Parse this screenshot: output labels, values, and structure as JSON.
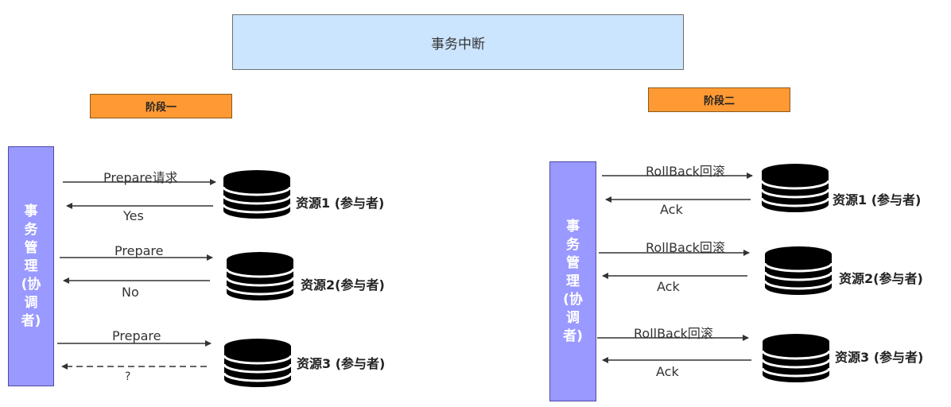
{
  "title": "事务中断",
  "phase1": {
    "label": "阶段一",
    "coordinator": "事\n务\n管\n理\n(协\n调\n者)",
    "rows": [
      {
        "request": "Prepare请求",
        "response": "Yes",
        "resource": "资源1 (参与者)",
        "response_dashed": false
      },
      {
        "request": "Prepare",
        "response": "No",
        "resource": "资源2(参与者)",
        "response_dashed": false
      },
      {
        "request": "Prepare",
        "response": "?",
        "resource": "资源3 (参与者)",
        "response_dashed": true
      }
    ]
  },
  "phase2": {
    "label": "阶段二",
    "coordinator": "事\n务\n管\n理\n(协\n调\n者)",
    "rows": [
      {
        "request": "RollBack回滚",
        "response": "Ack",
        "resource": "资源1 (参与者)"
      },
      {
        "request": "RollBack回滚",
        "response": "Ack",
        "resource": "资源2(参与者)"
      },
      {
        "request": "RollBack回滚",
        "response": "Ack",
        "resource": "资源3 (参与者)"
      }
    ]
  },
  "colors": {
    "title_bg": "#cce5ff",
    "stage_bg": "#ff9933",
    "coordinator_bg": "#9999ff",
    "database": "#000000"
  },
  "icons": [
    "database-icon",
    "arrow-right-icon",
    "arrow-left-icon"
  ]
}
